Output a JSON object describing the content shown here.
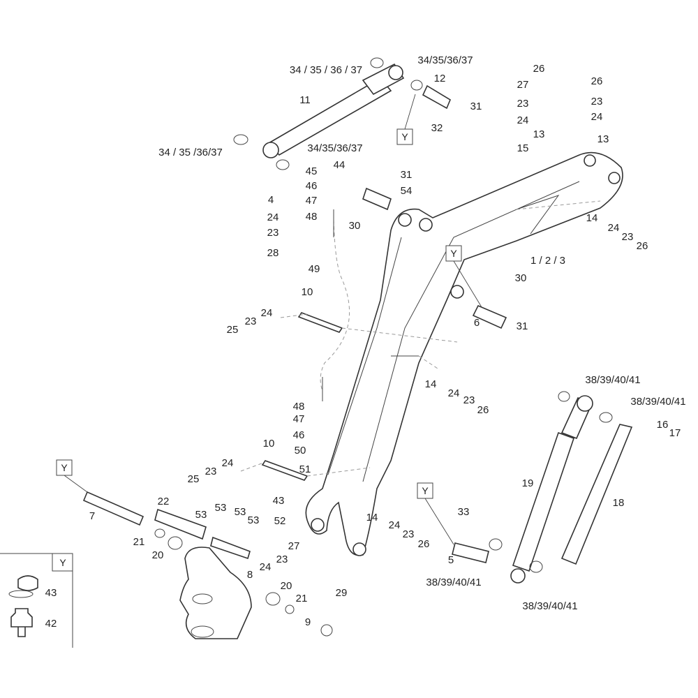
{
  "diagram": {
    "callouts": [
      "34 / 35 / 36 / 37",
      "34/35/36/37",
      "12",
      "31",
      "32",
      "11",
      "34 / 35 /36/37",
      "34/35/36/37",
      "45",
      "44",
      "46",
      "47",
      "48",
      "31",
      "54",
      "30",
      "4",
      "24",
      "23",
      "28",
      "49",
      "26",
      "27",
      "23",
      "24",
      "13",
      "15",
      "26",
      "23",
      "24",
      "13",
      "1 / 2 / 3",
      "14",
      "24",
      "23",
      "26",
      "30",
      "6",
      "31",
      "10",
      "24",
      "23",
      "25",
      "14",
      "24",
      "23",
      "26",
      "38/39/40/41",
      "38/39/40/41",
      "16",
      "17",
      "48",
      "47",
      "46",
      "50",
      "10",
      "24",
      "23",
      "25",
      "51",
      "43",
      "7",
      "22",
      "53",
      "53",
      "53",
      "53",
      "52",
      "27",
      "23",
      "24",
      "8",
      "21",
      "20",
      "14",
      "24",
      "23",
      "26",
      "33",
      "5",
      "38/39/40/41",
      "19",
      "18",
      "38/39/40/41",
      "20",
      "21",
      "29",
      "9",
      "43",
      "42"
    ],
    "detail_markers": [
      "Y",
      "Y",
      "Y",
      "Y",
      "Y"
    ],
    "colors": {
      "line": "#333333",
      "text": "#222222",
      "dashed": "#999999"
    }
  }
}
